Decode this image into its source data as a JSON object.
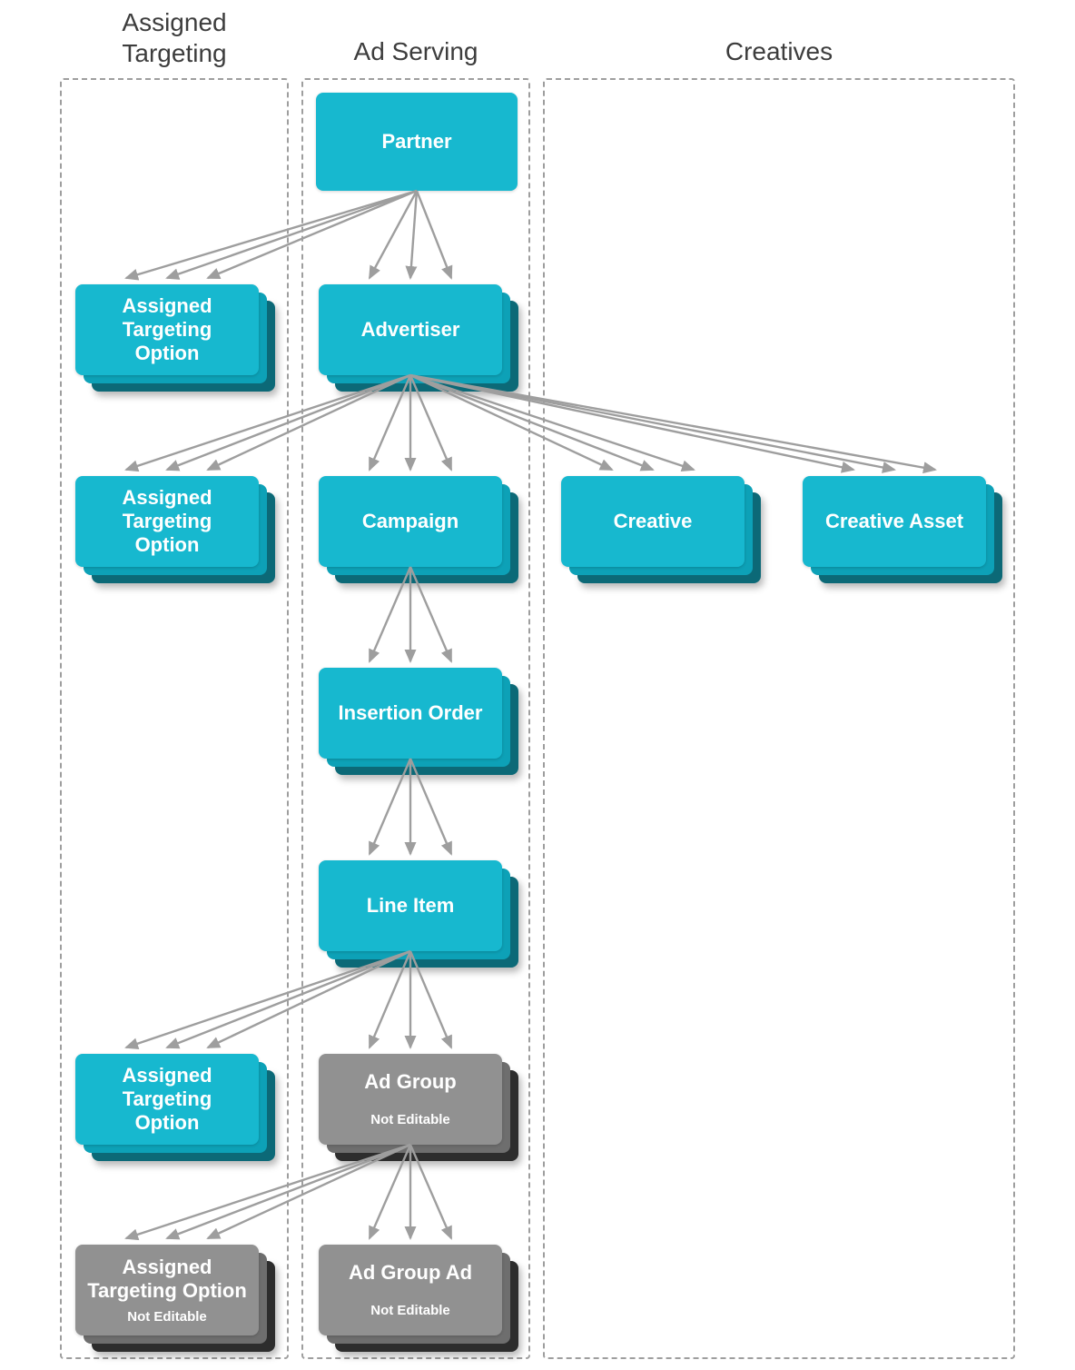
{
  "columns": {
    "assigned_targeting": {
      "title": "Assigned\nTargeting"
    },
    "ad_serving": {
      "title": "Ad Serving"
    },
    "creatives": {
      "title": "Creatives"
    }
  },
  "nodes": {
    "partner": {
      "label": "Partner",
      "editable": true
    },
    "ato1": {
      "label": "Assigned\nTargeting\nOption",
      "editable": true
    },
    "advertiser": {
      "label": "Advertiser",
      "editable": true
    },
    "ato2": {
      "label": "Assigned\nTargeting\nOption",
      "editable": true
    },
    "campaign": {
      "label": "Campaign",
      "editable": true
    },
    "creative": {
      "label": "Creative",
      "editable": true
    },
    "creative_asset": {
      "label": "Creative Asset",
      "editable": true
    },
    "insertion_order": {
      "label": "Insertion Order",
      "editable": true
    },
    "line_item": {
      "label": "Line Item",
      "editable": true
    },
    "ato3": {
      "label": "Assigned\nTargeting\nOption",
      "editable": true
    },
    "ad_group": {
      "label": "Ad Group",
      "sublabel": "Not Editable",
      "editable": false
    },
    "ato_ne": {
      "label": "Assigned\nTargeting Option",
      "sublabel": "Not Editable",
      "editable": false
    },
    "ad_group_ad": {
      "label": "Ad Group Ad",
      "sublabel": "Not Editable",
      "editable": false
    }
  },
  "edges": [
    [
      "partner",
      "ato1"
    ],
    [
      "partner",
      "advertiser"
    ],
    [
      "advertiser",
      "ato2"
    ],
    [
      "advertiser",
      "campaign"
    ],
    [
      "advertiser",
      "creative"
    ],
    [
      "advertiser",
      "creative_asset"
    ],
    [
      "campaign",
      "insertion_order"
    ],
    [
      "insertion_order",
      "line_item"
    ],
    [
      "line_item",
      "ato3"
    ],
    [
      "line_item",
      "ad_group"
    ],
    [
      "ad_group",
      "ato_ne"
    ],
    [
      "ad_group",
      "ad_group_ad"
    ]
  ],
  "colors": {
    "editable_box": "#17B8CF",
    "editable_layer_mid": "#0DA1B7",
    "editable_layer_back": "#0C6977",
    "not_editable_box": "#919191",
    "not_editable_layer_mid": "#6E6E6E",
    "not_editable_layer_back": "#2D2D2D",
    "arrow": "#9E9E9E",
    "column_border": "#9E9E9E",
    "title_text": "#3D3D3D",
    "box_text": "#FFFFFF"
  }
}
